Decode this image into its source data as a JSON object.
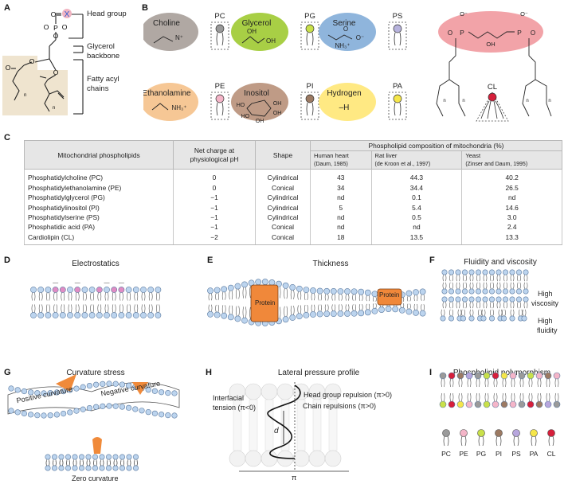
{
  "panels": [
    "A",
    "B",
    "C",
    "D",
    "E",
    "F",
    "G",
    "H",
    "I"
  ],
  "panel_a": {
    "labels": [
      "Head group",
      "Glycerol",
      "backbone",
      "Fatty acyl",
      "chains"
    ],
    "atoms": [
      "O",
      "P",
      "O",
      "O",
      "O",
      "O",
      "O",
      "O",
      "n",
      "n"
    ],
    "x_mark": "X"
  },
  "panel_b": {
    "headgroups": [
      {
        "name": "Choline",
        "abbr": "PC",
        "color": "#b0a8a3",
        "tip": "#9a9a9a",
        "formula": "N⁺"
      },
      {
        "name": "Glycerol",
        "abbr": "PG",
        "color": "#a8cf45",
        "tip": "#c9e04a",
        "formula": [
          "OH",
          "OH"
        ]
      },
      {
        "name": "Serine",
        "abbr": "PS",
        "color": "#8fb5dc",
        "tip": "#b7b3dd",
        "formula": [
          "O",
          "O⁻",
          "NH₃⁺"
        ]
      },
      {
        "name": "Ethanolamine",
        "abbr": "PE",
        "color": "#f6c795",
        "tip": "#f4b5c8",
        "formula": "NH₃⁺"
      },
      {
        "name": "Inositol",
        "abbr": "PI",
        "color": "#bf9b86",
        "tip": "#9c7a63",
        "formula": [
          "HO",
          "OH",
          "HO",
          "OH",
          "OH"
        ]
      },
      {
        "name": "Hydrogen",
        "abbr": "PA",
        "color": "#ffe983",
        "tip": "#f5e64a",
        "formula": "–H"
      }
    ],
    "cl": {
      "abbr": "CL",
      "color": "#f2a3a8",
      "tip": "#d61f3b",
      "formula": [
        "O⁻",
        "P",
        "O",
        "OH",
        "O",
        "P",
        "O⁻",
        "n",
        "n",
        "n",
        "n"
      ]
    }
  },
  "table": {
    "headers": {
      "col1": "Mitochondrial phospholipids",
      "col2": "Net charge at physiological pH",
      "col3": "Shape",
      "group": "Phospholipid composition of mitochondria (%)",
      "sub": [
        {
          "name": "Human heart",
          "cite": "(Daum, 1985)"
        },
        {
          "name": "Rat liver",
          "cite": "(de Kroon et al., 1997)"
        },
        {
          "name": "Yeast",
          "cite": "(Zinser and Daum, 1995)"
        }
      ]
    },
    "rows": [
      [
        "Phosphatidylcholine (PC)",
        "0",
        "Cylindrical",
        "43",
        "44.3",
        "40.2"
      ],
      [
        "Phosphatidylethanolamine (PE)",
        "0",
        "Conical",
        "34",
        "34.4",
        "26.5"
      ],
      [
        "Phosphatidylglycerol (PG)",
        "−1",
        "Cylindrical",
        "nd",
        "0.1",
        "nd"
      ],
      [
        "Phosphatidylinositol (PI)",
        "−1",
        "Cylindrical",
        "5",
        "5.4",
        "14.6"
      ],
      [
        "Phosphatidylserine (PS)",
        "−1",
        "Cylindrical",
        "nd",
        "0.5",
        "3.0"
      ],
      [
        "Phosphatidic acid (PA)",
        "−1",
        "Conical",
        "nd",
        "nd",
        "2.4"
      ],
      [
        "Cardiolipin (CL)",
        "−2",
        "Conical",
        "18",
        "13.5",
        "13.3"
      ]
    ]
  },
  "panel_d": {
    "title": "Electrostatics",
    "neutral_color": "#bcd4ee",
    "charged_color": "#e08cc4",
    "charge_mark": "—"
  },
  "panel_e": {
    "title": "Thickness",
    "protein_label": "Protein",
    "protein_color": "#f0883a"
  },
  "panel_f": {
    "title": "Fluidity and viscosity",
    "labels": [
      "High",
      "viscosity",
      "High",
      "fluidity"
    ]
  },
  "panel_g": {
    "title": "Curvature stress",
    "labels": [
      "Positive curvature",
      "Negative curvature",
      "Zero curvature"
    ],
    "accent": "#f08a3a"
  },
  "panel_h": {
    "title": "Lateral pressure profile",
    "labels": [
      "Interfacial",
      "tension (π<0)",
      "Head group repulsion (π>0)",
      "Chain repulsions (π>0)",
      "d",
      "π"
    ]
  },
  "panel_i": {
    "title": "Phospholipid polymorphism",
    "legend": [
      {
        "abbr": "PC",
        "color": "#9a9a9a"
      },
      {
        "abbr": "PE",
        "color": "#f4b5c8"
      },
      {
        "abbr": "PG",
        "color": "#c9e04a"
      },
      {
        "abbr": "PI",
        "color": "#9c7a63"
      },
      {
        "abbr": "PS",
        "color": "#b7a6dd"
      },
      {
        "abbr": "PA",
        "color": "#f5e64a"
      },
      {
        "abbr": "CL",
        "color": "#d61f3b"
      }
    ],
    "mix": [
      "#9a9a9a",
      "#d61f3b",
      "#9c7a63",
      "#b7a6dd",
      "#9a9a9a",
      "#c9e04a",
      "#d61f3b",
      "#f5e64a",
      "#f4b5c8",
      "#9a9a9a",
      "#c9e04a",
      "#f4b5c8",
      "#9c7a63",
      "#f4b5c8"
    ]
  }
}
